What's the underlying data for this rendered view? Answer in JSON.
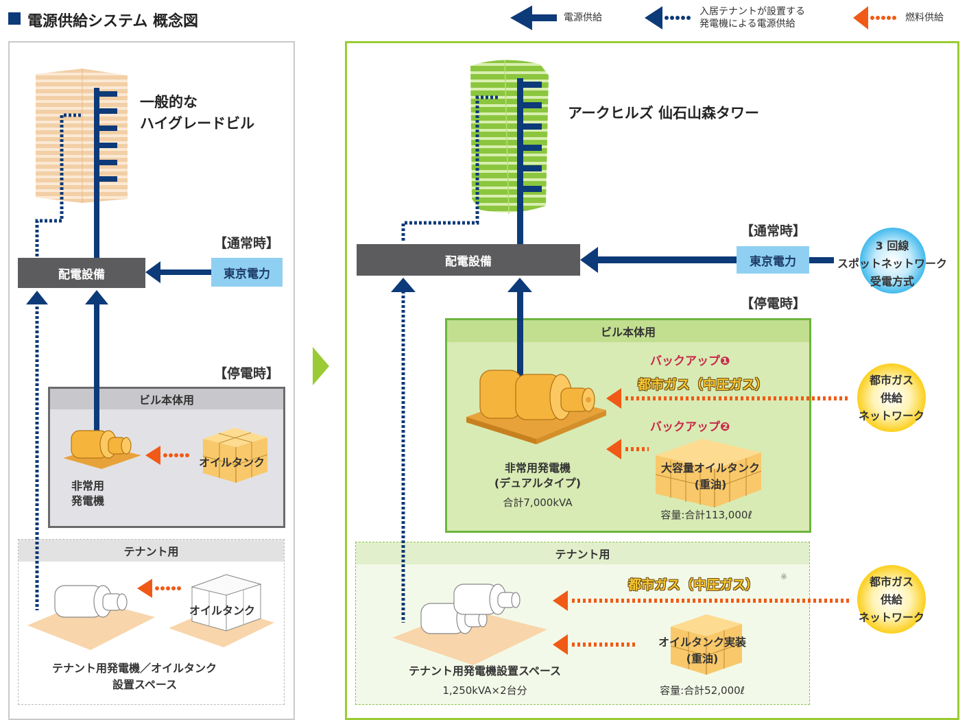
{
  "header": {
    "title": "電源供給システム 概念図"
  },
  "legend": {
    "power_supply": "電源供給",
    "tenant_gen_line1": "入居テナントが設置する",
    "tenant_gen_line2": "発電機による電源供給",
    "fuel_supply": "燃料供給"
  },
  "left": {
    "building_line1": "一般的な",
    "building_line2": "ハイグレードビル",
    "distribution": "配電設備",
    "normal": "【通常時】",
    "tepco": "東京電力",
    "outage": "【停電時】",
    "building_use": "ビル本体用",
    "generator_line1": "非常用",
    "generator_line2": "発電機",
    "oil_tank": "オイルタンク",
    "tenant_use": "テナント用",
    "tenant_oil_tank": "オイルタンク",
    "tenant_space_line1": "テナント用発電機／オイルタンク",
    "tenant_space_line2": "設置スペース"
  },
  "right": {
    "building": "アークヒルズ 仙石山森タワー",
    "distribution": "配電設備",
    "normal": "【通常時】",
    "tepco": "東京電力",
    "network_line1": "3 回線",
    "network_line2": "スポットネットワーク",
    "network_line3": "受電方式",
    "outage": "【停電時】",
    "building_use": "ビル本体用",
    "backup1": "バックアップ❶",
    "city_gas": "都市ガス（中圧ガス）",
    "gas_net_line1": "都市ガス",
    "gas_net_line2": "供給",
    "gas_net_line3": "ネットワーク",
    "backup2": "バックアップ❷",
    "generator_line1": "非常用発電機",
    "generator_line2": "(デュアルタイプ)",
    "generator_total": "合計7,000kVA",
    "big_tank_line1": "大容量オイルタンク",
    "big_tank_line2": "(重油)",
    "big_tank_capacity": "容量:合計113,000ℓ",
    "tenant_use": "テナント用",
    "tenant_city_gas": "都市ガス（中圧ガス）",
    "tenant_gas_note": "※",
    "tenant_gas_net_line1": "都市ガス",
    "tenant_gas_net_line2": "供給",
    "tenant_gas_net_line3": "ネットワーク",
    "tenant_tank_line1": "オイルタンク実装",
    "tenant_tank_line2": "(重油)",
    "tenant_tank_capacity": "容量:合計52,000ℓ",
    "tenant_space": "テナント用発電機設置スペース",
    "tenant_capacity": "1,250kVA×2台分"
  },
  "colors": {
    "power": "#0d3a78",
    "fuel": "#f05a16",
    "panel_green": "#9acb34",
    "distribution": "#5c5c5e",
    "tepco": "#8fd0f2",
    "generator": "#f5b43c"
  }
}
